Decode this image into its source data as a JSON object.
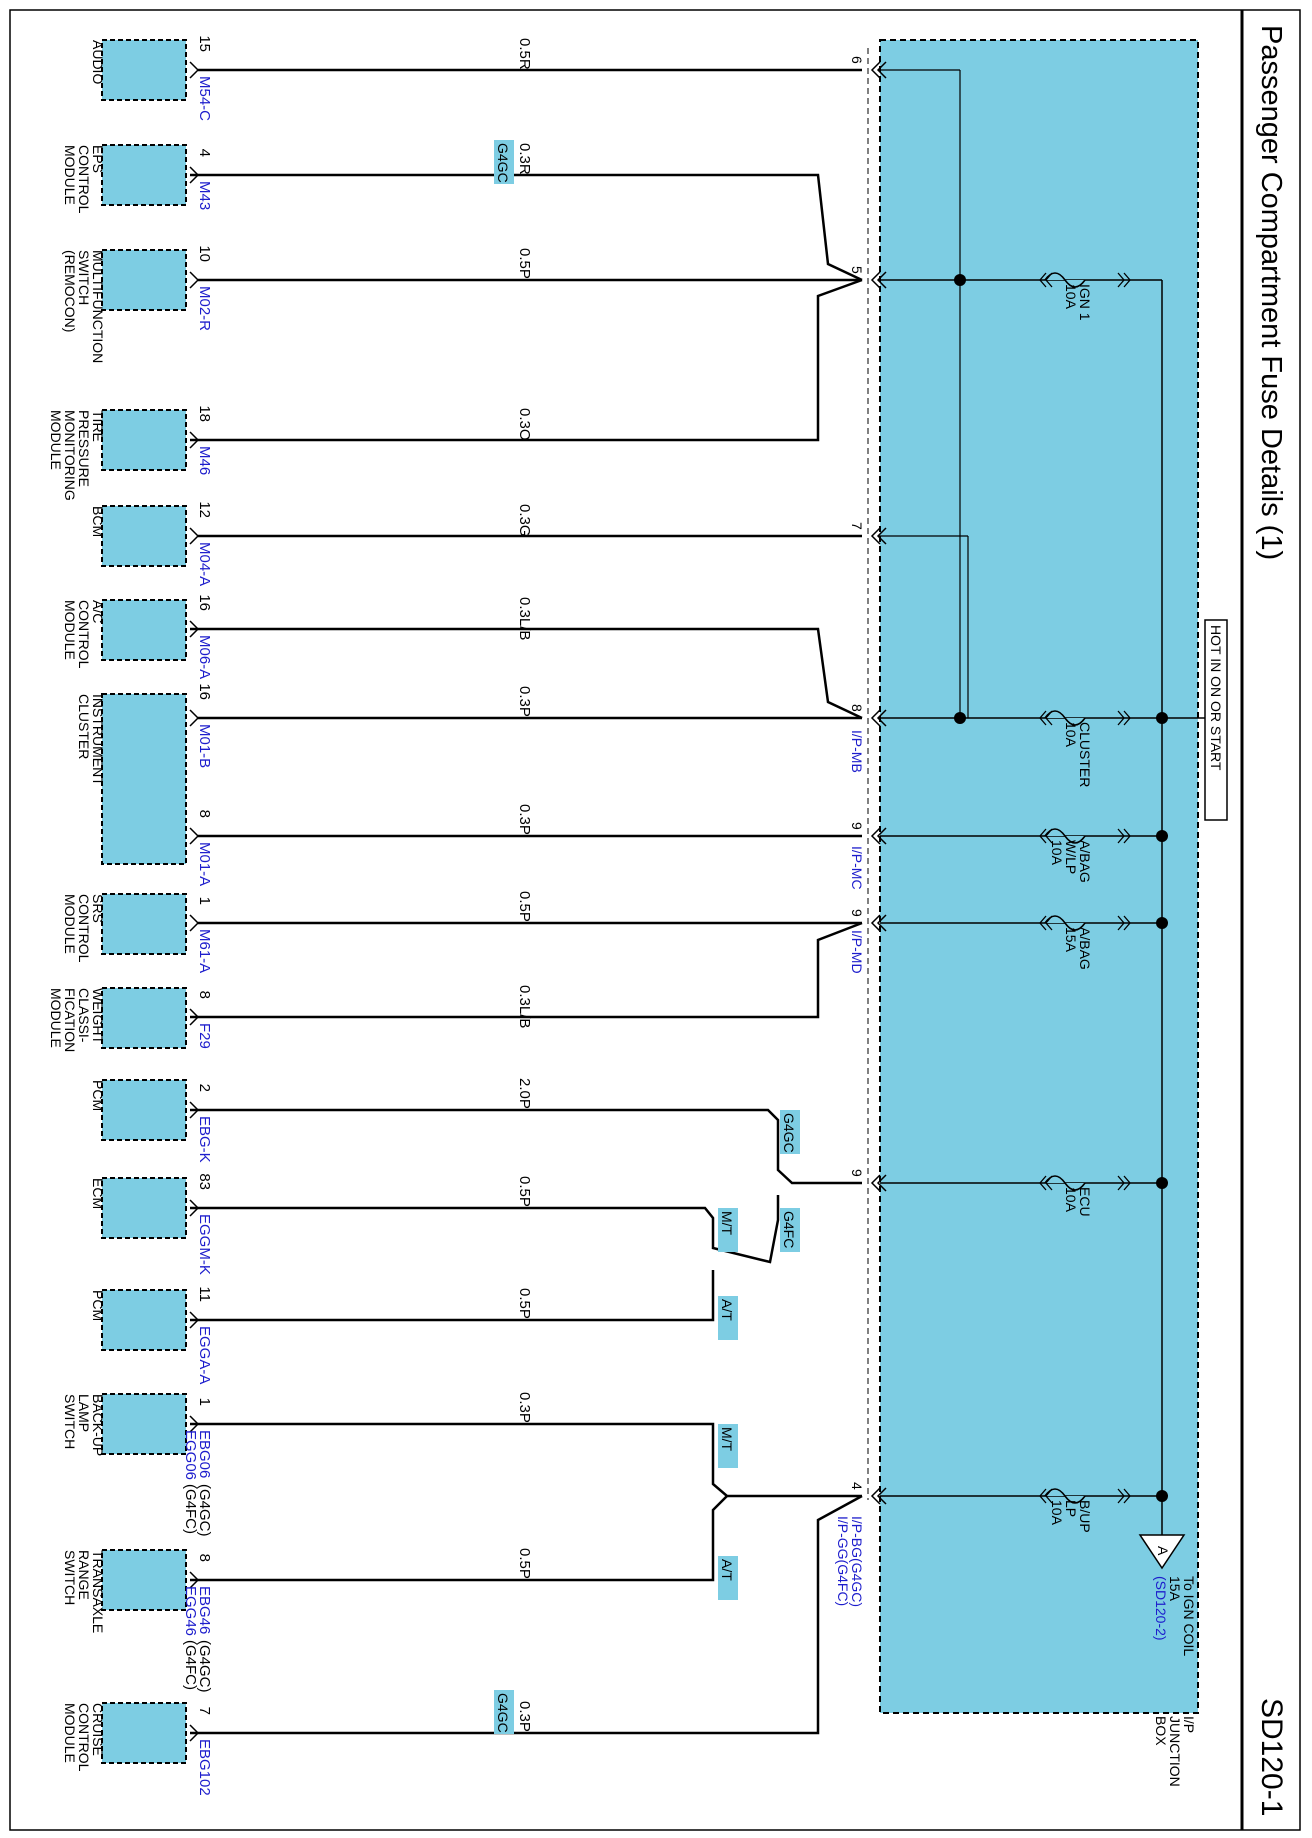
{
  "header": {
    "title": "Passenger Compartment Fuse Details (1)",
    "page_code": "SD120-1"
  },
  "colors": {
    "box_fill": "#7dcde3",
    "wire": "#000000",
    "connector_text": "#1d1dcc",
    "badge_fill": "#7dcde3"
  },
  "junction_box": {
    "label_lines": [
      "I/P",
      "JUNCTION",
      "BOX"
    ],
    "hot_label": "HOT IN  ON OR START"
  },
  "fuses": [
    {
      "lines": [
        "IGN 1",
        "10A"
      ]
    },
    {
      "lines": [
        "CLUSTER",
        "10A"
      ]
    },
    {
      "lines": [
        "A/BAG",
        "W/LP",
        "10A"
      ]
    },
    {
      "lines": [
        "A/BAG",
        "15A"
      ]
    },
    {
      "lines": [
        "ECU",
        "10A"
      ]
    },
    {
      "lines": [
        "B/UP",
        "LP",
        "10A"
      ]
    }
  ],
  "terminals": [
    "6",
    "5",
    "7",
    "8",
    "9",
    "9",
    "9",
    "4"
  ],
  "connector_labels": [
    "I/P-MB",
    "I/P-MC",
    "I/P-MD",
    "I/P-BG(G4GC)",
    "I/P-GG(G4FC)"
  ],
  "ign_coil": {
    "symbol": "A",
    "lines": [
      "To IGN COIL",
      "15A"
    ],
    "ref": "(SD120-2)"
  },
  "badges": [
    "G4GC",
    "G4GC",
    "G4FC",
    "M/T",
    "A/T",
    "M/T",
    "A/T",
    "G4GC"
  ],
  "components": [
    {
      "label": [
        "AUDIO"
      ],
      "pin": "15",
      "connector": "M54-C",
      "wire": "0.5R"
    },
    {
      "label": [
        "EPS",
        "CONTROL",
        "MODULE"
      ],
      "pin": "4",
      "connector": "M43",
      "wire": "0.3R"
    },
    {
      "label": [
        "MULTIFUNCTION",
        "SWITCH",
        "(REMOCON)"
      ],
      "pin": "10",
      "connector": "M02-R",
      "wire": "0.5P"
    },
    {
      "label": [
        "TIRE",
        "PRESSURE",
        "MONITORING",
        "MODULE"
      ],
      "pin": "18",
      "connector": "M46",
      "wire": "0.3O"
    },
    {
      "label": [
        "BCM"
      ],
      "pin": "12",
      "connector": "M04-A",
      "wire": "0.3G"
    },
    {
      "label": [
        "A/C",
        "CONTROL",
        "MODULE"
      ],
      "pin": "16",
      "connector": "M06-A",
      "wire": "0.3L/B"
    },
    {
      "label": [
        "INSTRUMENT",
        "CLUSTER"
      ],
      "pin": "16",
      "connector": "M01-B",
      "wire": "0.3P"
    },
    {
      "label": [],
      "pin": "8",
      "connector": "M01-A",
      "wire": "0.3P"
    },
    {
      "label": [
        "SRS",
        "CONTROL",
        "MODULE"
      ],
      "pin": "1",
      "connector": "M61-A",
      "wire": "0.5P"
    },
    {
      "label": [
        "WEIGHT",
        "CLASSI-",
        "FICATION",
        "MODULE"
      ],
      "pin": "8",
      "connector": "F29",
      "wire": "0.3L/B"
    },
    {
      "label": [
        "PCM"
      ],
      "pin": "2",
      "connector": "EBG-K",
      "wire": "2.0P"
    },
    {
      "label": [
        "ECM"
      ],
      "pin": "83",
      "connector": "EGGM-K",
      "wire": "0.5P"
    },
    {
      "label": [
        "PCM"
      ],
      "pin": "11",
      "connector": "EGGA-A",
      "wire": "0.5P"
    },
    {
      "label": [
        "BACK-UP",
        "LAMP",
        "SWITCH"
      ],
      "pin": "1",
      "connector": "EBG06",
      "connector2": "EGG06",
      "suffix1": "(G4GC)",
      "suffix2": "(G4FC)",
      "wire": "0.3P"
    },
    {
      "label": [
        "TRANSAXLE",
        "RANGE",
        "SWITCH"
      ],
      "pin": "8",
      "connector": "EBG46",
      "connector2": "EGG46",
      "suffix1": "(G4GC)",
      "suffix2": "(G4FC)",
      "wire": "0.5P"
    },
    {
      "label": [
        "CRUISE",
        "CONTROL",
        "MODULE"
      ],
      "pin": "7",
      "connector": "EBG102",
      "wire": "0.3P"
    }
  ]
}
